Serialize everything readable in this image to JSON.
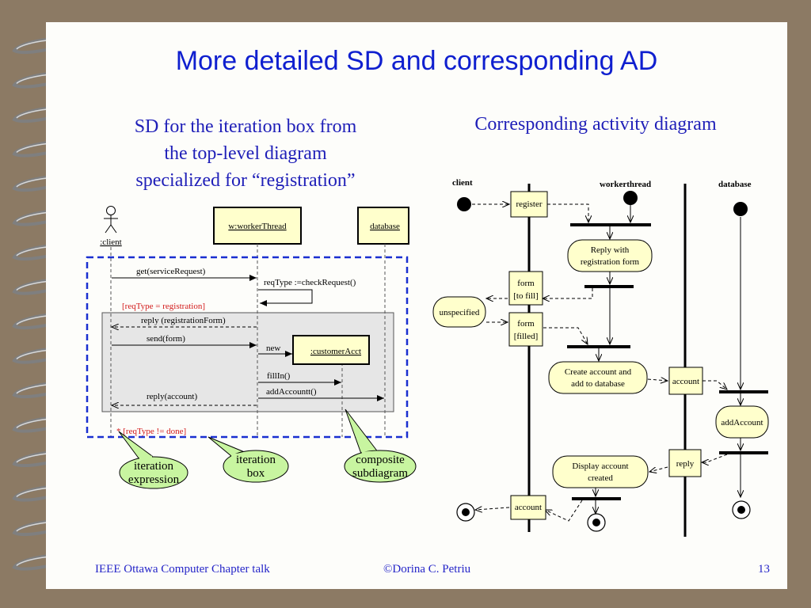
{
  "slide": {
    "title": "More detailed SD and corresponding AD",
    "left_heading_lines": [
      "SD for the iteration box from",
      "the top-level diagram",
      "specialized for “registration”"
    ],
    "right_heading": "Corresponding activity diagram",
    "footer_left": "IEEE Ottawa Computer Chapter talk",
    "footer_center": "©Dorina C. Petriu",
    "page_number": "13"
  },
  "sequence_diagram": {
    "lifelines": {
      "client": ":client",
      "worker": "w:workerThread",
      "database": "database",
      "customer": ":customerAcct"
    },
    "messages": {
      "get": "get(serviceRequest)",
      "check": "reqType :=checkRequest()",
      "guard": "[reqType = registration]",
      "reply_form": "reply (registrationForm)",
      "send": "send(form)",
      "new": "new",
      "fillin": "fillIn()",
      "add": "addAccountt()",
      "reply_account": "reply(account)",
      "iteration": "* [reqType != done]"
    },
    "callouts": {
      "iteration_expression": [
        "iteration",
        "expression"
      ],
      "iteration_box": [
        "iteration",
        "box"
      ],
      "composite_subdiagram": [
        "composite",
        "subdiagram"
      ]
    }
  },
  "activity_diagram": {
    "swimlanes": {
      "client": "client",
      "worker": "workerthread",
      "database": "database"
    },
    "objects": {
      "register": [
        "register"
      ],
      "form_fill": [
        "form",
        "[to fill]"
      ],
      "form_filled": [
        "form",
        "[filled]"
      ],
      "account_mid": [
        "account"
      ],
      "reply": [
        "reply"
      ],
      "account_bottom": [
        "account"
      ]
    },
    "activities": {
      "reply_with": [
        "Reply with",
        "registration form"
      ],
      "unspecified": [
        "unspecified"
      ],
      "create_account": [
        "Create account and",
        "add to database"
      ],
      "add_account": [
        "addAccount"
      ],
      "display_account": [
        "Display account",
        "created"
      ]
    }
  },
  "colors": {
    "title": "#0f1fcf",
    "heading": "#1f1fb8",
    "note": "#c8f5a0",
    "object": "#ffffcc",
    "activity": "#ffffcc",
    "guard": "#d21a1a",
    "iteration_box": "#1a2fd0",
    "background": "#8c7a64"
  }
}
